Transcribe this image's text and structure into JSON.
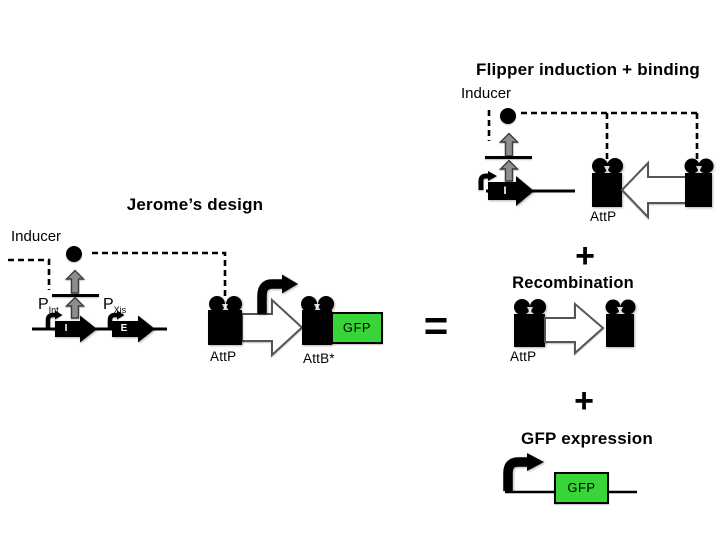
{
  "jerome": {
    "title": "Jerome’s design",
    "inducer_label": "Inducer",
    "p_int": {
      "base": "P",
      "sub": "Int"
    },
    "p_xis": {
      "base": "P",
      "sub": "Xis"
    },
    "gene_i": "I",
    "gene_e": "E",
    "attp_label": "AttP",
    "attb_label": "AttB*",
    "gfp_label": "GFP"
  },
  "equals_sign": "=",
  "flipper": {
    "title": "Flipper induction + binding",
    "inducer_label": "Inducer",
    "gene_i": "I",
    "attp_label": "AttP"
  },
  "plus_sign_1": "+",
  "recombination": {
    "title": "Recombination",
    "attp_label": "AttP"
  },
  "plus_sign_2": "+",
  "gfp_expression": {
    "title": "GFP expression",
    "gfp_label": "GFP"
  },
  "colors": {
    "gfp_green": "#38d538",
    "arrow_gray": "#8e8e8e",
    "outline_dark": "#3c3c3c",
    "black": "#000000"
  },
  "icons": {
    "inducer": "inducer-molecule-icon",
    "att_site": "integrase-dimer-icon",
    "promoter": "promoter-arrow-icon",
    "induction": "induction-arrow-icon"
  }
}
